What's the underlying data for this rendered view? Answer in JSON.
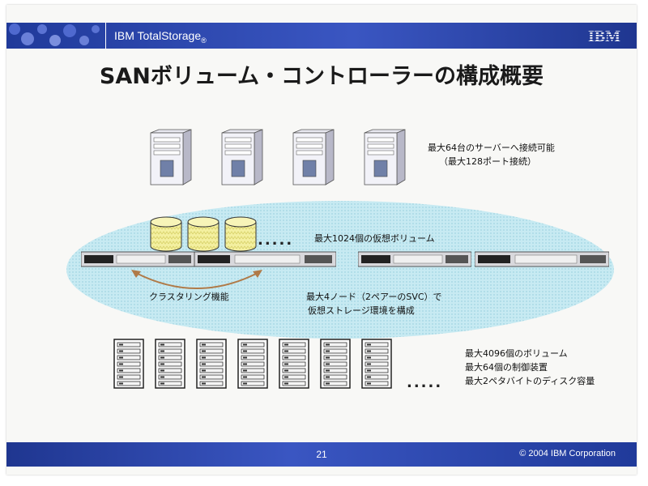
{
  "header": {
    "brand": "IBM TotalStorage",
    "brand_mark": "®",
    "logo_text": "IBM"
  },
  "slide": {
    "title": "SANボリューム・コントローラーの構成概要"
  },
  "servers": {
    "line1": "最大64台のサーバーへ接続可能",
    "line2": "（最大128ポート接続）"
  },
  "cluster": {
    "volumes_label": "最大1024個の仮想ボリューム",
    "more_dots": ".....",
    "clustering_label": "クラスタリング機能",
    "nodes_line1": "最大4ノード（2ペアーのSVC）で",
    "nodes_line2": "仮想ストレージ環境を構成"
  },
  "storage": {
    "line1": "最大4096個のボリューム",
    "line2": "最大64個の制御装置",
    "line3": "最大2ペタバイトのディスク容量",
    "more_dots": "....."
  },
  "footer": {
    "page_number": "21",
    "copyright": "© 2004 IBM Corporation"
  },
  "colors": {
    "header_blue": "#2a46b0",
    "ellipse_fill": "#bfe6ef",
    "cylinder_fill": "#f4f0a0"
  }
}
